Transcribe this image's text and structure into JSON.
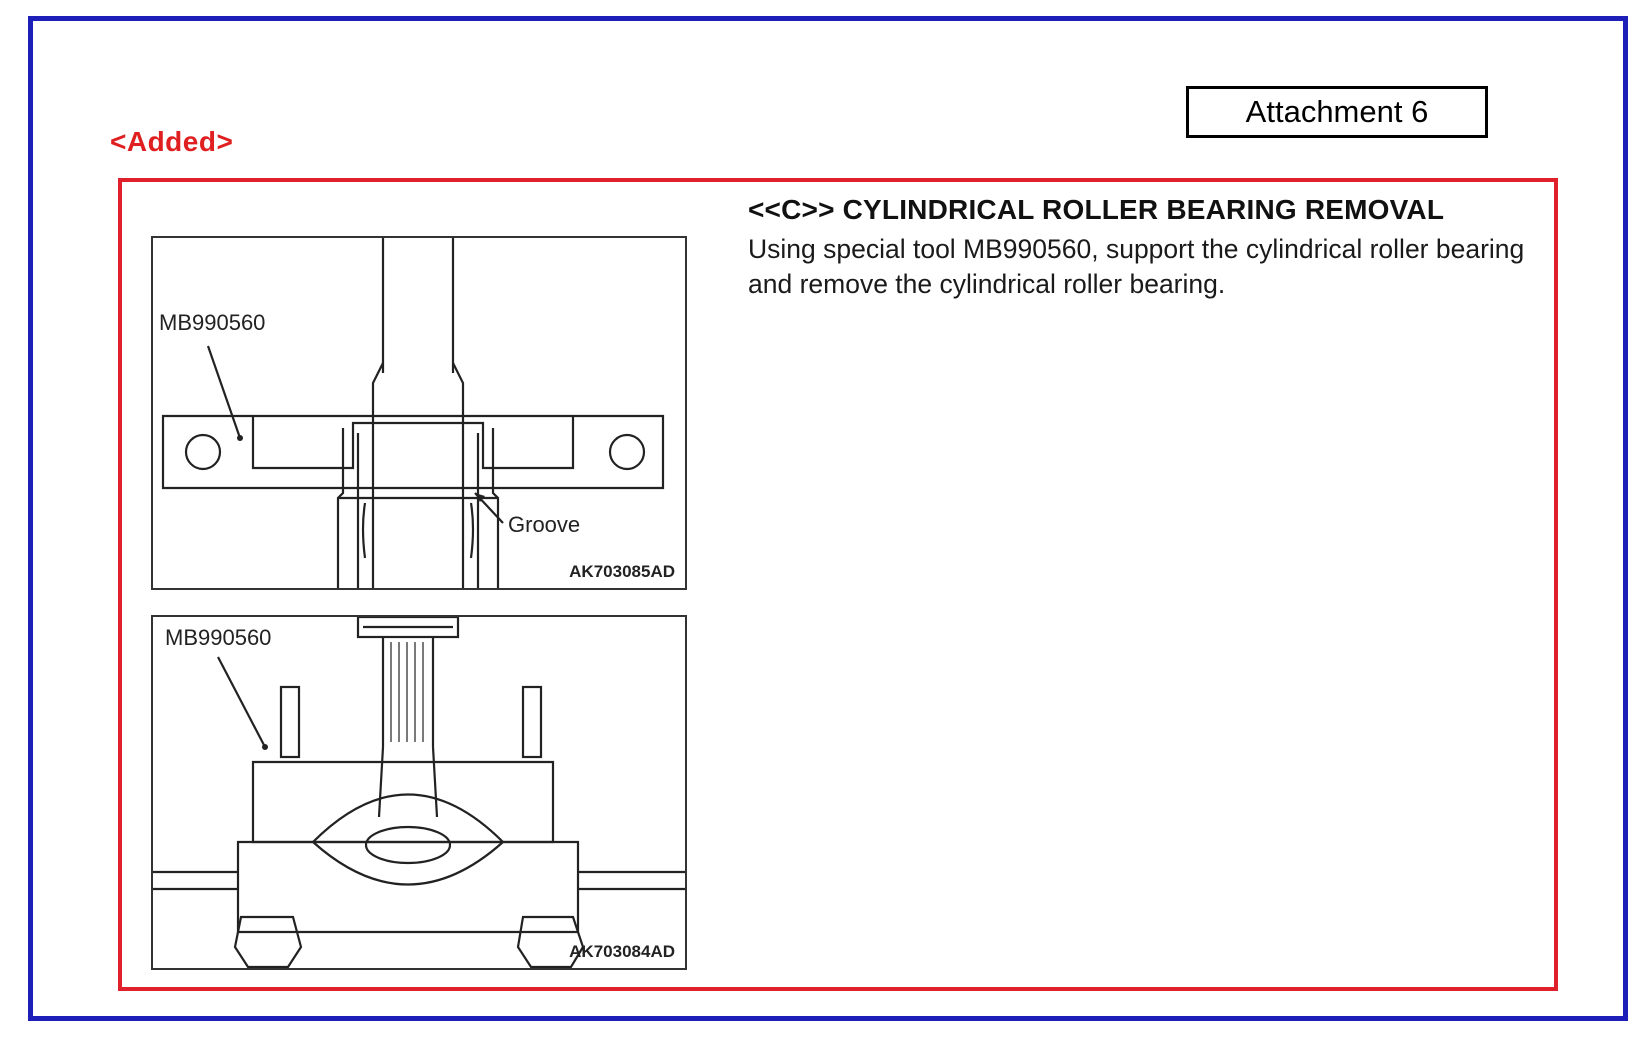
{
  "header": {
    "attachment_label": "Attachment 6",
    "added_tag": "<Added>"
  },
  "section": {
    "title": "<<C>> CYLINDRICAL ROLLER BEARING REMOVAL",
    "body": "Using special tool MB990560, support the cylindrical roller bearing and remove the cylindrical roller bearing."
  },
  "figure_top": {
    "tool_label": "MB990560",
    "groove_label": "Groove",
    "code": "AK703085AD"
  },
  "figure_bottom": {
    "tool_label": "MB990560",
    "code": "AK703084AD"
  },
  "colors": {
    "outer_border": "#1d1fb8",
    "highlight_red": "#e0202a"
  }
}
